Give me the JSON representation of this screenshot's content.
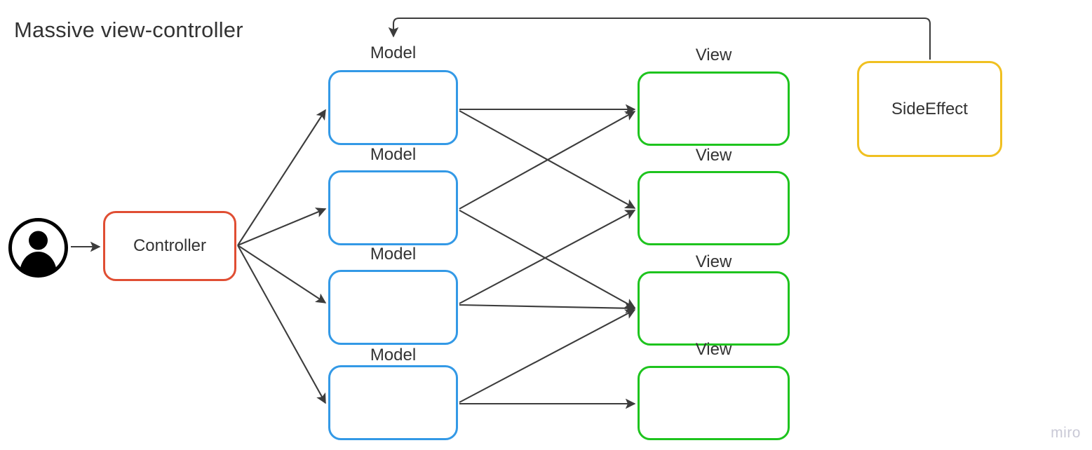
{
  "title": "Massive view-controller",
  "watermark": "miro",
  "colors": {
    "model_border": "#3399e6",
    "view_border": "#1ec41e",
    "controller_border": "#e04e33",
    "sideeffect_border": "#f0c020",
    "edge": "#3c3c3c",
    "text": "#333333",
    "canvas": "#ffffff",
    "watermark": "#c9c9d6"
  },
  "nodes": {
    "actor": {
      "icon": "user-avatar-icon"
    },
    "controller": {
      "label": "Controller"
    },
    "sideeffect": {
      "label": "SideEffect"
    },
    "models": [
      {
        "label": "Model"
      },
      {
        "label": "Model"
      },
      {
        "label": "Model"
      },
      {
        "label": "Model"
      }
    ],
    "views": [
      {
        "label": "View"
      },
      {
        "label": "View"
      },
      {
        "label": "View"
      },
      {
        "label": "View"
      }
    ]
  },
  "edges": [
    {
      "from": "actor",
      "to": "controller"
    },
    {
      "from": "controller",
      "to": "model-1"
    },
    {
      "from": "controller",
      "to": "model-2"
    },
    {
      "from": "controller",
      "to": "model-3"
    },
    {
      "from": "controller",
      "to": "model-4"
    },
    {
      "from": "model-1",
      "to": "view-1"
    },
    {
      "from": "model-1",
      "to": "view-2"
    },
    {
      "from": "model-2",
      "to": "view-1"
    },
    {
      "from": "model-2",
      "to": "view-3"
    },
    {
      "from": "model-3",
      "to": "view-2"
    },
    {
      "from": "model-3",
      "to": "view-3"
    },
    {
      "from": "model-4",
      "to": "view-3"
    },
    {
      "from": "model-4",
      "to": "view-4"
    },
    {
      "from": "sideeffect",
      "to": "model-1"
    }
  ]
}
